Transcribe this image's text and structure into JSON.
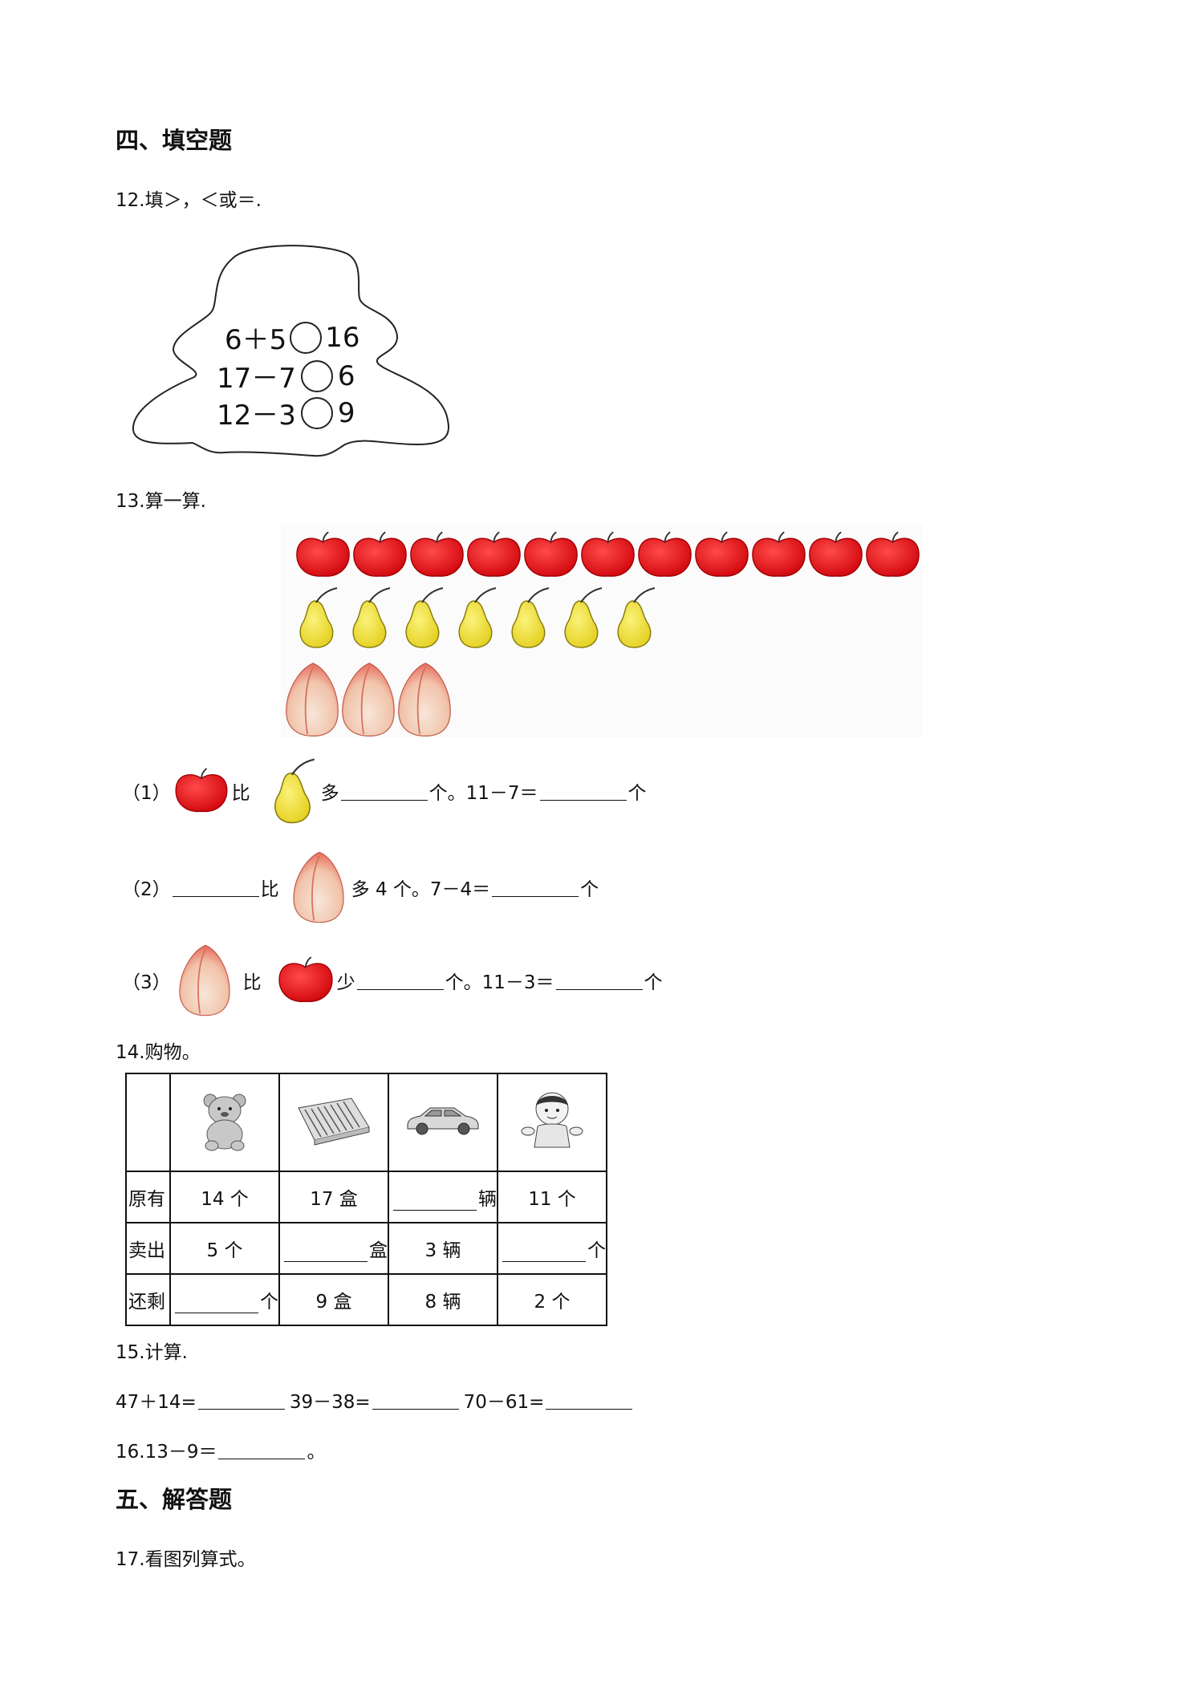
{
  "section4": {
    "title": "四、填空题"
  },
  "q12": {
    "label": "12.填＞，＜或＝.",
    "rows": [
      {
        "left": "6＋5",
        "right": "16"
      },
      {
        "left": "17－7",
        "right": "6"
      },
      {
        "left": "12－3",
        "right": "9"
      }
    ]
  },
  "q13": {
    "label": "13.算一算.",
    "counts": {
      "apples": 11,
      "pears": 7,
      "peaches": 3
    },
    "s1": {
      "num": "（1）",
      "bi": "比",
      "more": "多",
      "unit1": "个。11－7＝",
      "unit2": "个"
    },
    "s2": {
      "num": "（2）",
      "bi": "比",
      "more4": "多 4 个。7－4＝",
      "unit": "个"
    },
    "s3": {
      "num": "（3）",
      "bi": "比",
      "less": "少",
      "unit1": "个。11－3＝",
      "unit2": "个"
    }
  },
  "q14": {
    "label": "14.购物。",
    "row_labels": [
      "原有",
      "卖出",
      "还剩"
    ],
    "items": [
      "bear-icon",
      "pencil-box-icon",
      "car-icon",
      "doll-icon"
    ],
    "r1": [
      "14 个",
      "17 盒",
      "辆",
      "11 个"
    ],
    "r2": [
      "5 个",
      "盒",
      "3 辆",
      "个"
    ],
    "r3": [
      "个",
      "9 盒",
      "8 辆",
      "2 个"
    ]
  },
  "q15": {
    "label": "15.计算.",
    "e1": "47＋14=",
    "e2": "39－38=",
    "e3": "70－61="
  },
  "q16": {
    "label": "16.13－9＝",
    "end": "。"
  },
  "section5": {
    "title": "五、解答题"
  },
  "q17": {
    "label": "17.看图列算式。"
  },
  "colors": {
    "apple": "#e8141a",
    "pear": "#f0e23a",
    "peach": "#f2c9b0"
  }
}
